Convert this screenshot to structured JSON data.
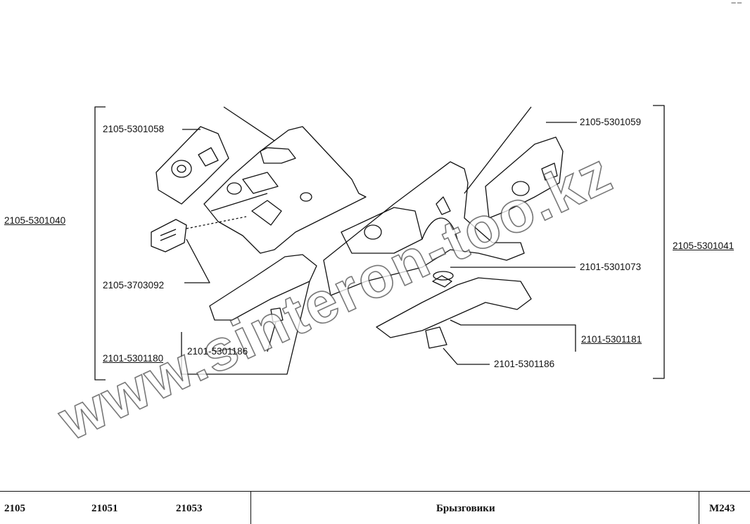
{
  "labels": {
    "p_5301058": "2105-5301058",
    "p_5301040": "2105-5301040",
    "p_3703092": "2105-3703092",
    "p_5301180": "2101-5301180",
    "p_5301186_left": "2101-5301186",
    "p_5301059": "2105-5301059",
    "p_5301041": "2105-5301041",
    "p_5301073": "2101-5301073",
    "p_5301181": "2101-5301181",
    "p_5301186_right": "2101-5301186"
  },
  "watermark": "www.sinteron-too.kz",
  "footer": {
    "model_1": "2105",
    "model_2": "21051",
    "model_3": "21053",
    "title": "Брызговики",
    "code": "M243"
  }
}
